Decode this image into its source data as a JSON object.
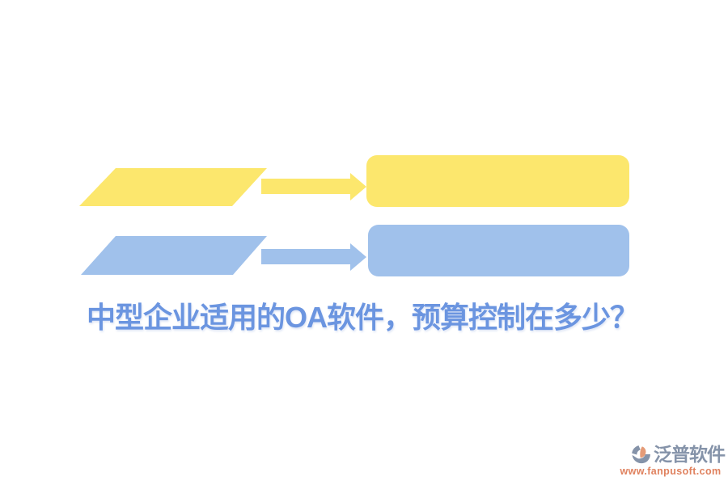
{
  "colors": {
    "background": "#FFFFFF",
    "yellow": "#FCE76D",
    "blue": "#A0C1EB",
    "title": "#6B95E0",
    "logo_slate": "#8593A9",
    "logo_orange": "#E59B77",
    "logo_url": "#E0825F"
  },
  "title": {
    "text": "中型企业适用的OA软件，预算控制在多少？"
  },
  "diagram": {
    "rows": [
      {
        "name": "top-row",
        "color": "#FCE76D"
      },
      {
        "name": "bottom-row",
        "color": "#A0C1EB"
      }
    ]
  },
  "logo": {
    "brand": "泛普软件",
    "url": "www.fanpusoft.com"
  }
}
